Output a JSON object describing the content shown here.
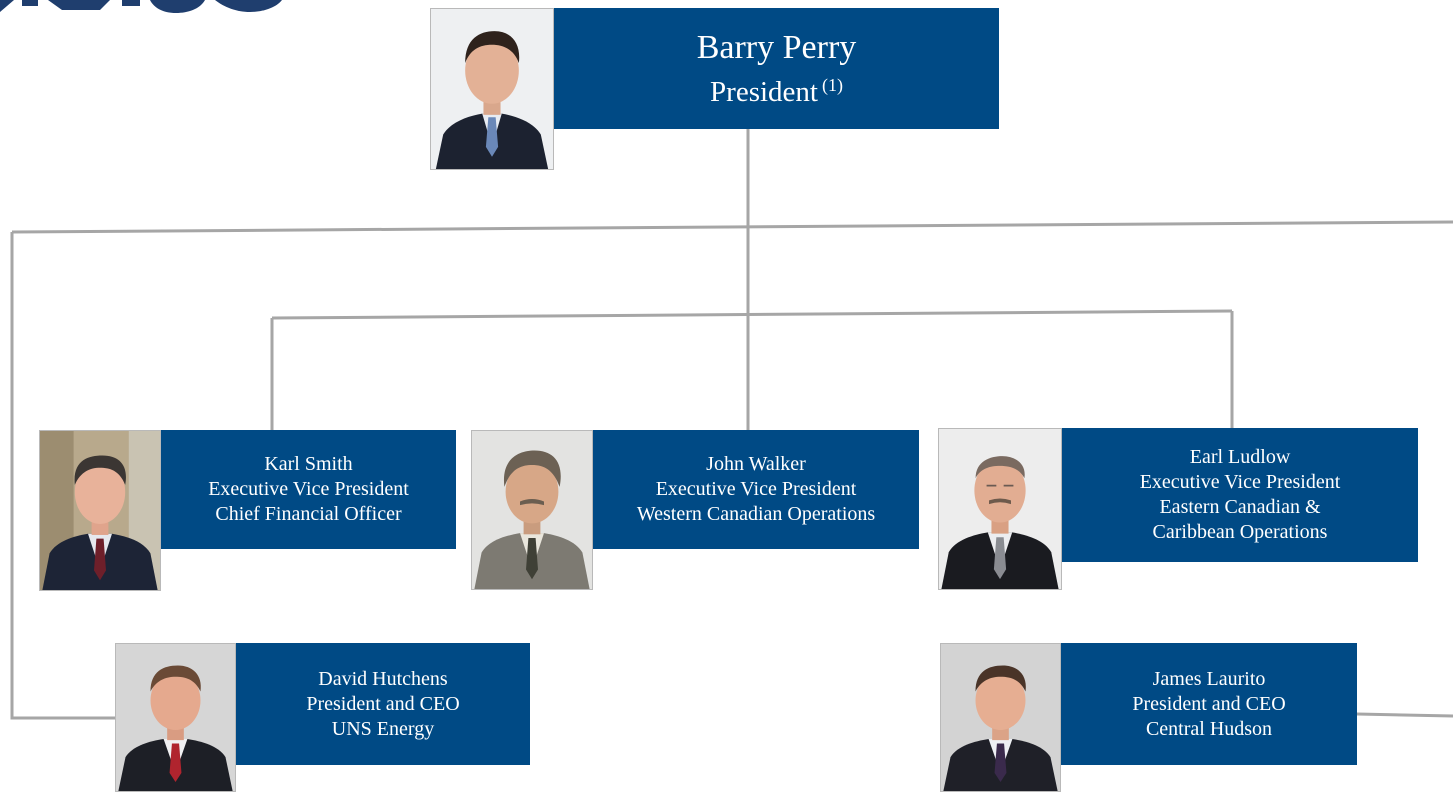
{
  "colors": {
    "box_fill": "#004a85",
    "box_text": "#ffffff",
    "connector": "#a6a6a6",
    "logo": "#1f3e6e"
  },
  "ceo": {
    "name": "Barry Perry",
    "title": "President",
    "footnote": "(1)"
  },
  "executives": [
    {
      "name": "Karl Smith",
      "lines": [
        "Executive Vice President",
        "Chief Financial Officer"
      ]
    },
    {
      "name": "John Walker",
      "lines": [
        "Executive Vice President",
        "Western Canadian Operations"
      ]
    },
    {
      "name": "Earl Ludlow",
      "lines": [
        "Executive Vice President",
        "Eastern Canadian &",
        "Caribbean Operations"
      ]
    }
  ],
  "utility_heads": [
    {
      "name": "David Hutchens",
      "lines": [
        "President and CEO",
        "UNS Energy"
      ]
    },
    {
      "name": "James Laurito",
      "lines": [
        "President and CEO",
        "Central Hudson"
      ]
    }
  ]
}
